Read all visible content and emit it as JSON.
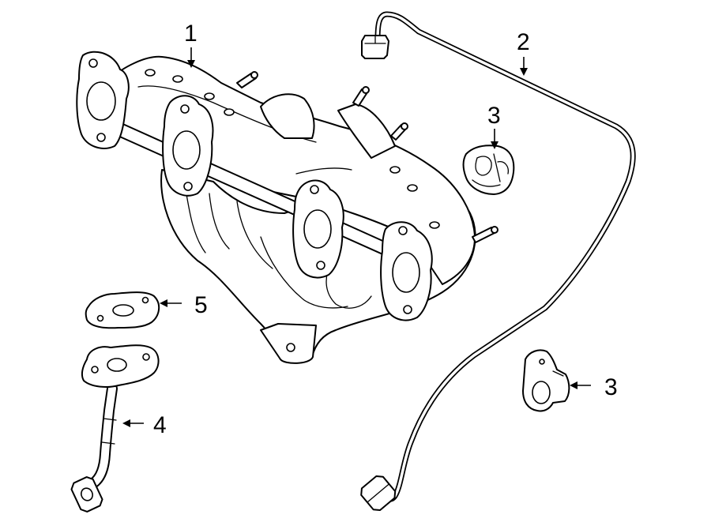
{
  "callouts": [
    {
      "id": "1",
      "label": "1"
    },
    {
      "id": "2",
      "label": "2"
    },
    {
      "id": "3a",
      "label": "3"
    },
    {
      "id": "3b",
      "label": "3"
    },
    {
      "id": "4",
      "label": "4"
    },
    {
      "id": "5",
      "label": "5"
    }
  ],
  "colors": {
    "line": "#000000",
    "background": "#ffffff"
  }
}
